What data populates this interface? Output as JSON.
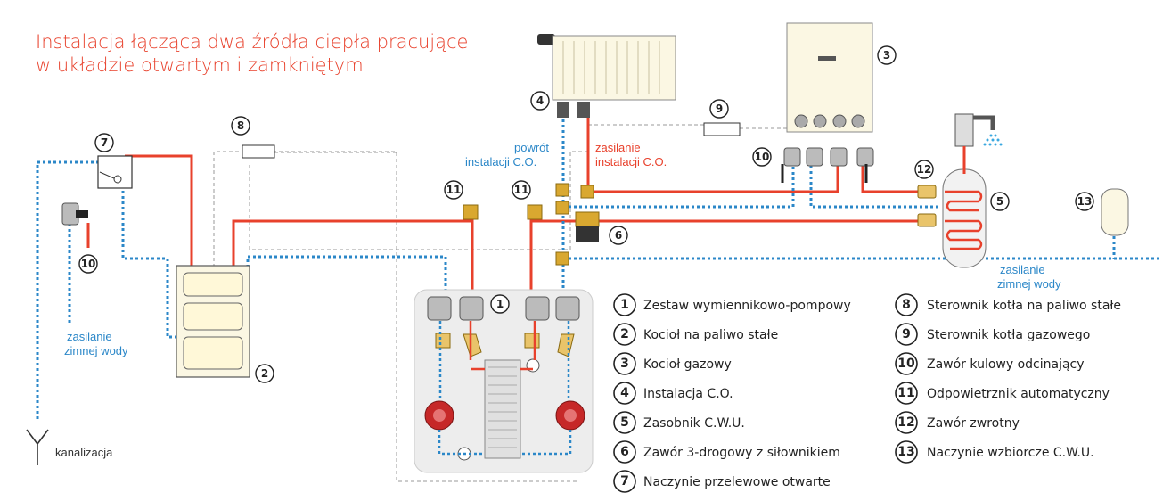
{
  "title": {
    "line1": "Instalacja łącząca dwa źródła ciepła pracujące",
    "line2": "w układzie otwartym i zamkniętym"
  },
  "colors": {
    "title": "#e8412c",
    "supply_pipe": "#e8412c",
    "return_pipe": "#2b87c8",
    "control_line": "#999999"
  },
  "labels": {
    "powrot_line1": "powrót",
    "powrot_line2": "instalacji C.O.",
    "zasilanie_line1": "zasilanie",
    "zasilanie_line2": "instalacji C.O.",
    "zimna_left_line1": "zasilanie",
    "zimna_left_line2": "zimnej wody",
    "zimna_right_line1": "zasilanie",
    "zimna_right_line2": "zimnej wody",
    "kanalizacja": "kanalizacja"
  },
  "markers": {
    "m1": "1",
    "m2": "2",
    "m3": "3",
    "m4": "4",
    "m5": "5",
    "m6": "6",
    "m7": "7",
    "m8": "8",
    "m9": "9",
    "m10a": "10",
    "m10b": "10",
    "m11a": "11",
    "m11b": "11",
    "m12": "12",
    "m13": "13"
  },
  "legend": {
    "left": [
      {
        "num": "1",
        "text": "Zestaw wymiennikowo-pompowy"
      },
      {
        "num": "2",
        "text": "Kocioł na paliwo stałe"
      },
      {
        "num": "3",
        "text": "Kocioł gazowy"
      },
      {
        "num": "4",
        "text": "Instalacja C.O."
      },
      {
        "num": "5",
        "text": "Zasobnik C.W.U."
      },
      {
        "num": "6",
        "text": "Zawór 3-drogowy z siłownikiem"
      },
      {
        "num": "7",
        "text": "Naczynie przelewowe otwarte"
      }
    ],
    "right": [
      {
        "num": "8",
        "text": "Sterownik kotła na paliwo stałe"
      },
      {
        "num": "9",
        "text": "Sterownik kotła gazowego"
      },
      {
        "num": "10",
        "text": "Zawór kulowy odcinający"
      },
      {
        "num": "11",
        "text": "Odpowietrznik automatyczny"
      },
      {
        "num": "12",
        "text": "Zawór zwrotny"
      },
      {
        "num": "13",
        "text": "Naczynie wzbiorcze C.W.U."
      }
    ]
  }
}
